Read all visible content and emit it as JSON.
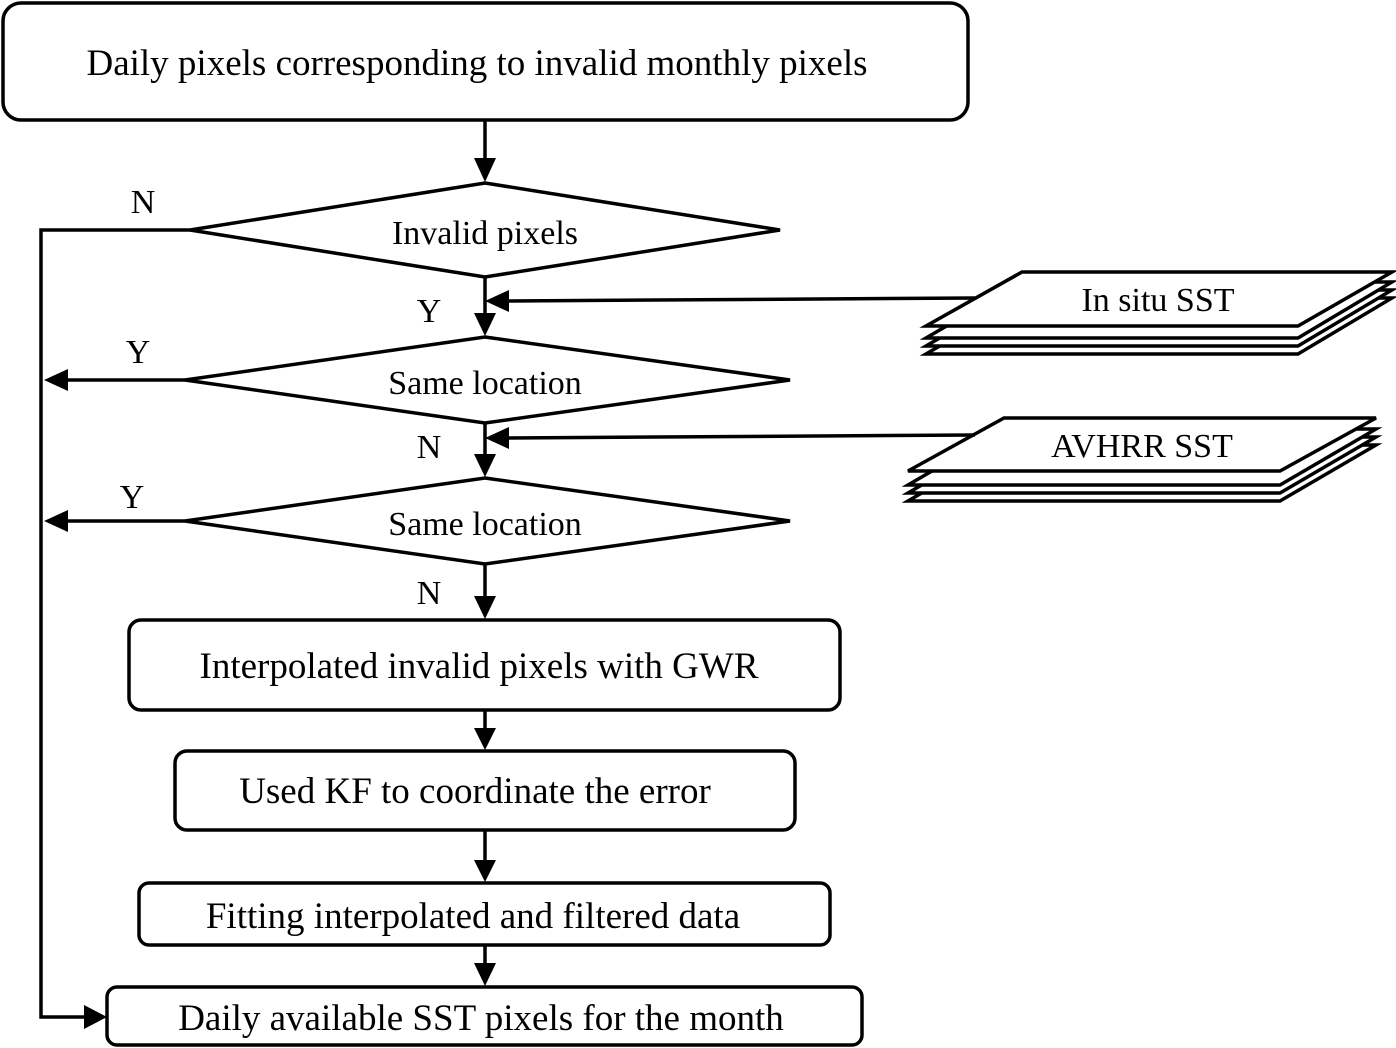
{
  "flowchart": {
    "start": "Daily pixels corresponding to invalid monthly pixels",
    "decision_invalid": "Invalid pixels",
    "decision_same_location_1": "Same location",
    "decision_same_location_2": "Same location",
    "step_gwr": "Interpolated invalid pixels with GWR",
    "step_kf": "Used KF to coordinate the error",
    "step_fit": "Fitting interpolated and filtered data",
    "end": "Daily available SST pixels for the month"
  },
  "inputs": {
    "in_situ": "In situ SST",
    "avhrr": "AVHRR SST"
  },
  "branch_labels": {
    "invalid_no": "N",
    "invalid_yes": "Y",
    "loc1_yes": "Y",
    "loc1_no": "N",
    "loc2_yes": "Y",
    "loc2_no": "N"
  }
}
